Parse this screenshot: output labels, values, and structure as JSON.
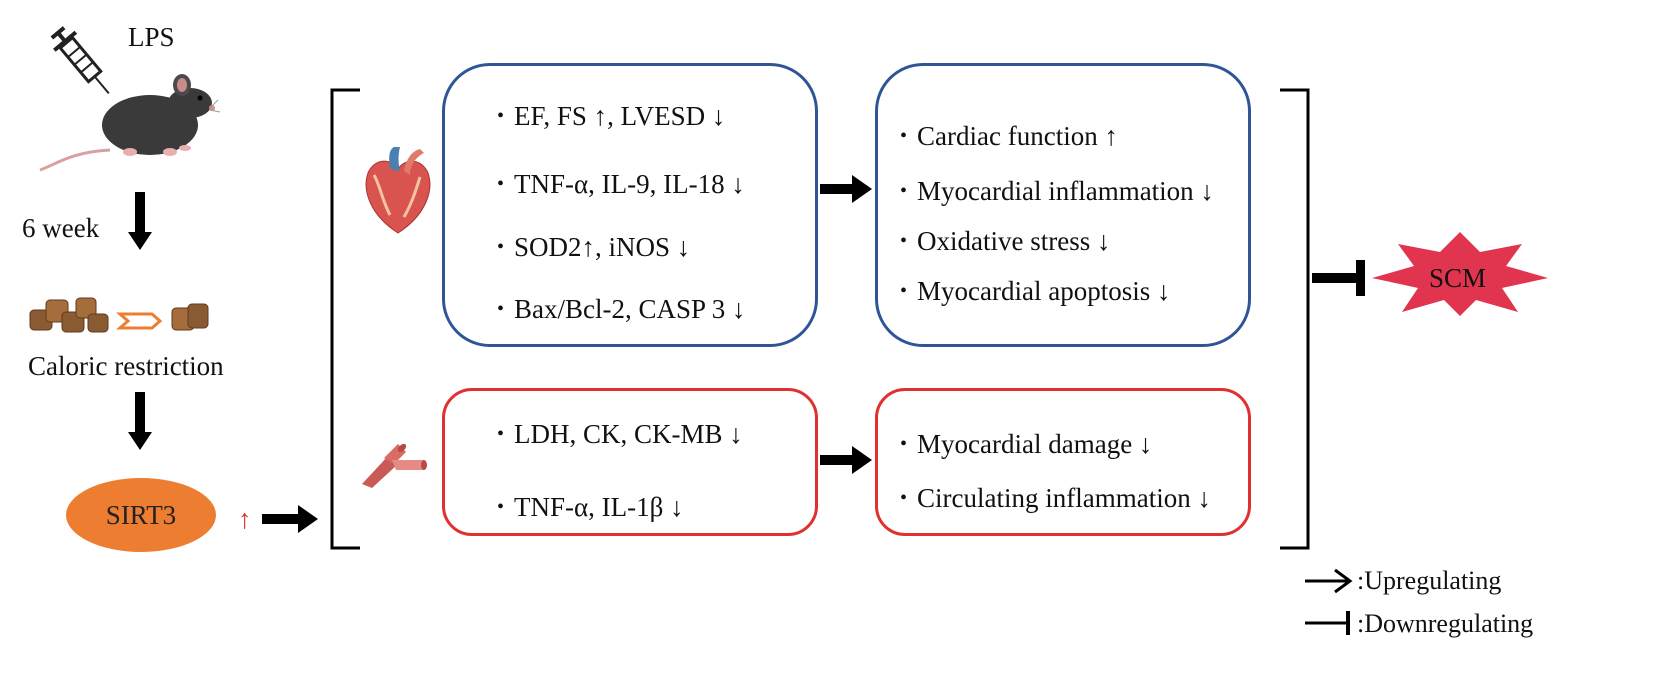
{
  "left": {
    "lps_label": "LPS",
    "duration_label": "6 week",
    "caloric_label": "Caloric restriction",
    "sirt3_label": "SIRT3",
    "sirt3_change": "↑"
  },
  "heart_effects": {
    "markers": [
      "EF, FS ↑, LVESD ↓",
      "TNF-α, IL-9, IL-18 ↓",
      "SOD2↑, iNOS ↓",
      "Bax/Bcl-2, CASP 3 ↓"
    ],
    "outcomes": [
      "Cardiac function ↑",
      "Myocardial inflammation ↓",
      "Oxidative stress ↓",
      "Myocardial apoptosis ↓"
    ]
  },
  "blood_effects": {
    "markers": [
      "LDH, CK, CK-MB ↓",
      "TNF-α, IL-1β ↓"
    ],
    "outcomes": [
      "Myocardial damage ↓",
      "Circulating inflammation ↓"
    ]
  },
  "target": {
    "label": "SCM"
  },
  "legend": {
    "up_label": ":Upregulating",
    "down_label": ":Downregulating"
  },
  "colors": {
    "blue_box": "#2f5597",
    "red_box": "#e03030",
    "sirt3_fill": "#ed7d31",
    "scm_fill": "#e0344f",
    "red_arrow": "#e03030"
  }
}
